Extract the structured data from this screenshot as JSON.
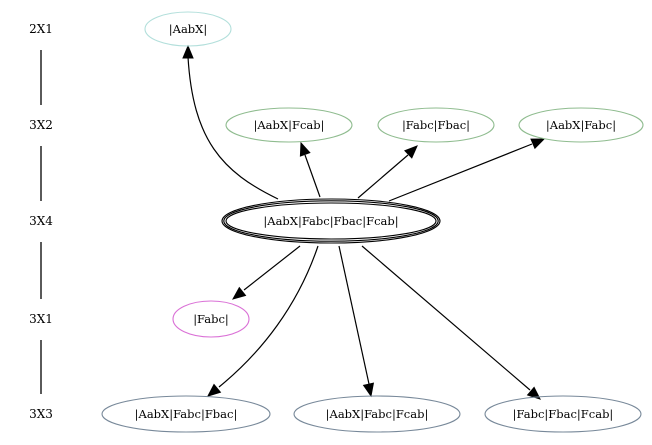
{
  "ranks": [
    {
      "id": "r1",
      "label": "2X1"
    },
    {
      "id": "r2",
      "label": "3X2"
    },
    {
      "id": "r3",
      "label": "3X4"
    },
    {
      "id": "r4",
      "label": "3X1"
    },
    {
      "id": "r5",
      "label": "3X3"
    }
  ],
  "nodes": [
    {
      "id": "aabx",
      "label": "|AabX|",
      "rank": "r1",
      "color": "#b2dfdb",
      "peripheries": 1
    },
    {
      "id": "aabx_fcab",
      "label": "|AabX|Fcab|",
      "rank": "r2",
      "color": "#8fbc8f",
      "peripheries": 1
    },
    {
      "id": "fabc_fbac",
      "label": "|Fabc|Fbac|",
      "rank": "r2",
      "color": "#8fbc8f",
      "peripheries": 1
    },
    {
      "id": "aabx_fabc",
      "label": "|AabX|Fabc|",
      "rank": "r2",
      "color": "#8fbc8f",
      "peripheries": 1
    },
    {
      "id": "center",
      "label": "|AabX|Fabc|Fbac|Fcab|",
      "rank": "r3",
      "color": "#000000",
      "peripheries": 2
    },
    {
      "id": "fabc",
      "label": "|Fabc|",
      "rank": "r4",
      "color": "#da70d6",
      "peripheries": 1
    },
    {
      "id": "aabx_fabc_fbac",
      "label": "|AabX|Fabc|Fbac|",
      "rank": "r5",
      "color": "#778899",
      "peripheries": 1
    },
    {
      "id": "aabx_fabc_fcab",
      "label": "|AabX|Fabc|Fcab|",
      "rank": "r5",
      "color": "#778899",
      "peripheries": 1
    },
    {
      "id": "fabc_fbac_fcab",
      "label": "|Fabc|Fbac|Fcab|",
      "rank": "r5",
      "color": "#778899",
      "peripheries": 1
    }
  ],
  "edges": [
    {
      "from": "center",
      "to": "aabx"
    },
    {
      "from": "center",
      "to": "aabx_fcab"
    },
    {
      "from": "center",
      "to": "fabc_fbac"
    },
    {
      "from": "center",
      "to": "aabx_fabc"
    },
    {
      "from": "center",
      "to": "fabc"
    },
    {
      "from": "center",
      "to": "aabx_fabc_fbac"
    },
    {
      "from": "center",
      "to": "aabx_fabc_fcab"
    },
    {
      "from": "center",
      "to": "fabc_fbac_fcab"
    }
  ]
}
